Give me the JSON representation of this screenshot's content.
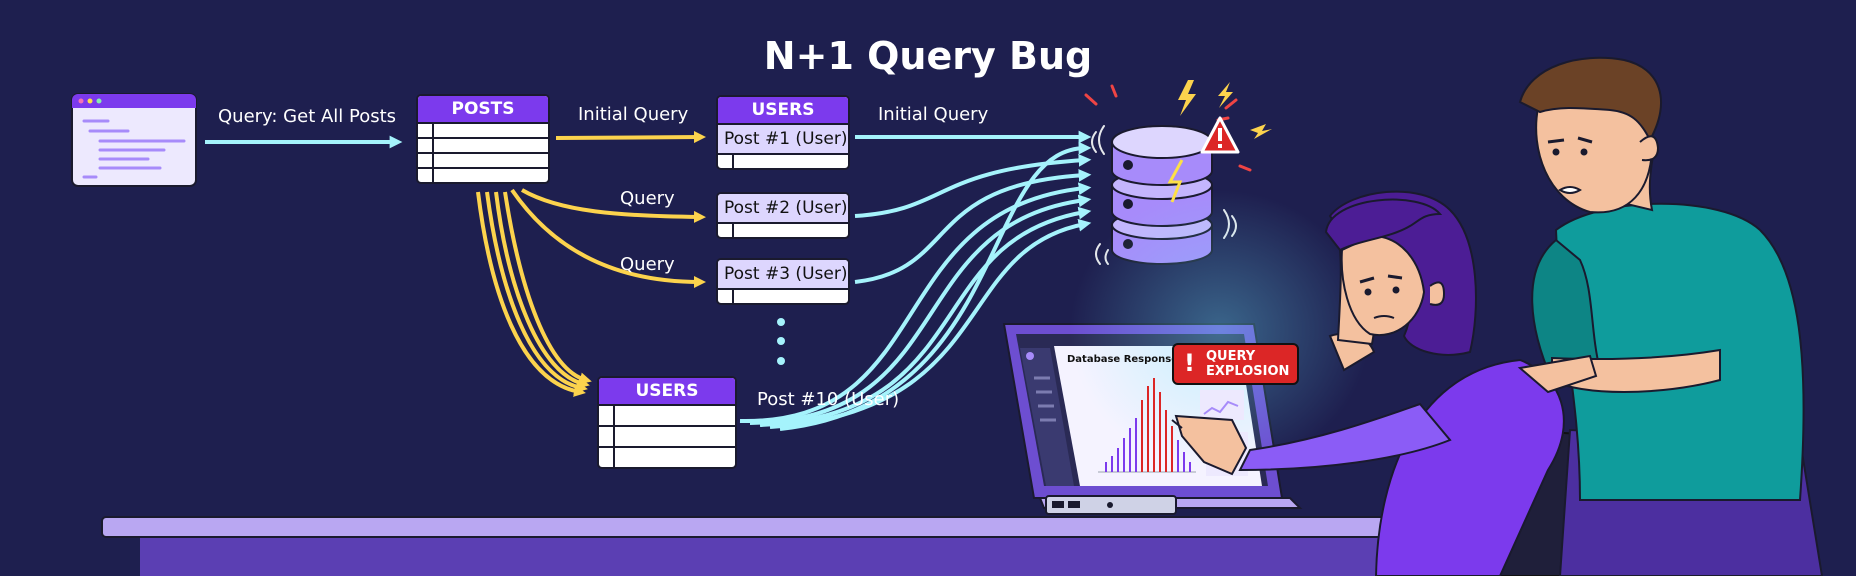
{
  "title": "N+1 Query Bug",
  "labels": {
    "query_get_all_posts": "Query: Get All Posts",
    "initial_query_1": "Initial Query",
    "initial_query_2": "Initial Query",
    "query_2": "Query",
    "query_3": "Query",
    "post_10": "Post #10 (User)"
  },
  "tables": {
    "posts": "POSTS",
    "users_top": "USERS",
    "users_bottom": "USERS"
  },
  "posts_rows": [
    "Post #1 (User)",
    "Post #2 (User)",
    "Post #3 (User)"
  ],
  "alert": {
    "line1": "QUERY",
    "line2": "EXPLOSION",
    "symbol": "!"
  },
  "screen": {
    "chart_title": "Database Response Time"
  },
  "colors": {
    "background": "#1e1f4f",
    "accent": "#7c3aed",
    "query_arrow": "#fcd34d",
    "initial_arrow": "#a5f3fc",
    "alert": "#dc2626"
  },
  "icons": [
    "code-window-icon",
    "database-icon",
    "warning-icon",
    "lightning-icon",
    "laptop-icon",
    "chair-icon"
  ]
}
